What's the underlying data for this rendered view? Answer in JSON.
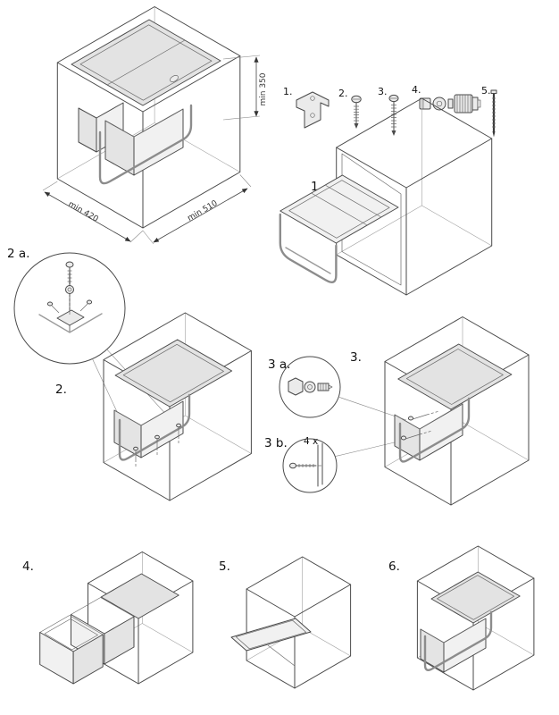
{
  "doc": {
    "background": "#ffffff",
    "line_color": "#4a4a4a"
  },
  "overview": {
    "height_dim": "min 350",
    "width_dim": "min 420",
    "depth_dim": "min 510"
  },
  "parts_list": {
    "items": [
      {
        "num": "1.",
        "icon": "mounting-bracket-icon"
      },
      {
        "num": "2.",
        "icon": "short-screw-icon"
      },
      {
        "num": "3.",
        "icon": "long-screw-icon"
      },
      {
        "num": "4.",
        "icon": "connector-bolt-icon"
      },
      {
        "num": "5.",
        "icon": "thin-pin-screw-icon"
      }
    ]
  },
  "steps": {
    "step1_label": "1.",
    "step2_label": "2.",
    "step2a_label": "2 a.",
    "step3_label": "3.",
    "step3a_label": "3 a.",
    "step3b_label": "3 b.",
    "step3b_qty": "4 x",
    "step4_label": "4.",
    "step5_label": "5.",
    "step6_label": "6."
  }
}
